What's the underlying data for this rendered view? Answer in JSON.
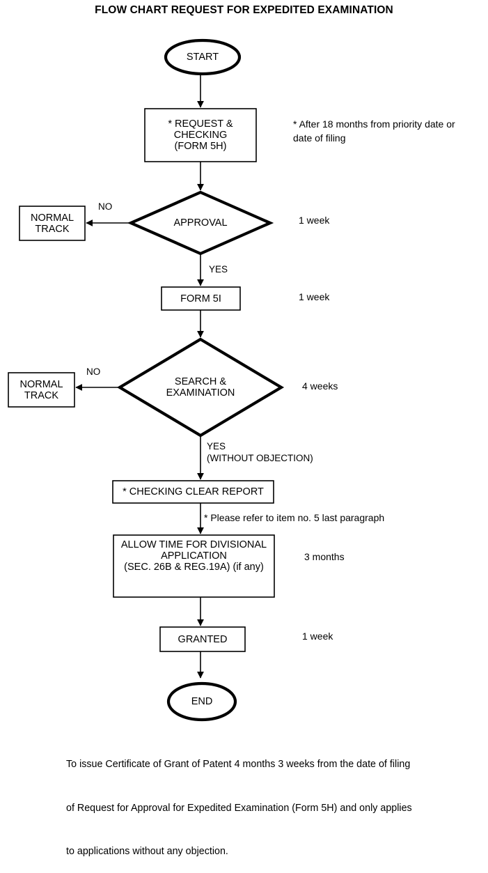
{
  "title": "FLOW CHART REQUEST FOR EXPEDITED EXAMINATION",
  "chart_data": {
    "type": "diagram",
    "title": "FLOW CHART REQUEST FOR EXPEDITED EXAMINATION",
    "nodes": [
      {
        "id": "start",
        "shape": "ellipse",
        "label": "START"
      },
      {
        "id": "request-checking",
        "shape": "process",
        "label": "* REQUEST &\nCHECKING\n(FORM 5H)"
      },
      {
        "id": "approval",
        "shape": "decision",
        "label": "APPROVAL"
      },
      {
        "id": "normal-track-1",
        "shape": "process",
        "label": "NORMAL\nTRACK"
      },
      {
        "id": "form-5i",
        "shape": "process",
        "label": "FORM 5I"
      },
      {
        "id": "search-examination",
        "shape": "decision",
        "label": "SEARCH &\nEXAMINATION"
      },
      {
        "id": "normal-track-2",
        "shape": "process",
        "label": "NORMAL\nTRACK"
      },
      {
        "id": "checking-clear-report",
        "shape": "process",
        "label": "* CHECKING CLEAR REPORT"
      },
      {
        "id": "allow-time-divisional",
        "shape": "process",
        "label": "ALLOW TIME FOR DIVISIONAL\nAPPLICATION\n(SEC. 26B & REG.19A) (if any)"
      },
      {
        "id": "granted",
        "shape": "process",
        "label": "GRANTED"
      },
      {
        "id": "end",
        "shape": "ellipse",
        "label": "END"
      }
    ],
    "edges": [
      {
        "from": "start",
        "to": "request-checking",
        "label": ""
      },
      {
        "from": "request-checking",
        "to": "approval",
        "label": ""
      },
      {
        "from": "approval",
        "to": "normal-track-1",
        "label": "NO"
      },
      {
        "from": "approval",
        "to": "form-5i",
        "label": "YES"
      },
      {
        "from": "form-5i",
        "to": "search-examination",
        "label": ""
      },
      {
        "from": "search-examination",
        "to": "normal-track-2",
        "label": "NO"
      },
      {
        "from": "search-examination",
        "to": "checking-clear-report",
        "label": "YES\n(WITHOUT OBJECTION)"
      },
      {
        "from": "checking-clear-report",
        "to": "allow-time-divisional",
        "label": ""
      },
      {
        "from": "allow-time-divisional",
        "to": "granted",
        "label": ""
      },
      {
        "from": "granted",
        "to": "end",
        "label": ""
      }
    ],
    "durations": [
      {
        "node": "approval",
        "value": "1 week"
      },
      {
        "node": "form-5i",
        "value": "1 week"
      },
      {
        "node": "search-examination",
        "value": "4 weeks"
      },
      {
        "node": "allow-time-divisional",
        "value": "3 months"
      },
      {
        "node": "granted",
        "value": "1 week"
      }
    ],
    "footnotes": [
      "* After 18 months from priority date or date of filing",
      "* Please refer to item no. 5 last paragraph"
    ],
    "note": "To issue Certificate of Grant of Patent 4 months 3 weeks from the date of filing of Request for Approval for Expedited Examination (Form 5H) and only applies to applications without any objection."
  },
  "nodes": {
    "start": {
      "label": "START"
    },
    "request_checking": {
      "line1": "* REQUEST &",
      "line2": "CHECKING",
      "line3": "(FORM 5H)"
    },
    "approval": {
      "label": "APPROVAL"
    },
    "normal_track_1": {
      "line1": "NORMAL",
      "line2": "TRACK"
    },
    "form_5i": {
      "label": "FORM 5I"
    },
    "search_examination": {
      "line1": "SEARCH &",
      "line2": "EXAMINATION"
    },
    "normal_track_2": {
      "line1": "NORMAL",
      "line2": "TRACK"
    },
    "checking_clear_report": {
      "label": "* CHECKING CLEAR REPORT"
    },
    "allow_time": {
      "line1": "ALLOW TIME FOR DIVISIONAL",
      "line2": "APPLICATION",
      "line3": "(SEC. 26B & REG.19A) (if any)"
    },
    "granted": {
      "label": "GRANTED"
    },
    "end": {
      "label": "END"
    }
  },
  "edge_labels": {
    "approval_no": "NO",
    "approval_yes": "YES",
    "search_no": "NO",
    "search_yes_line1": "YES",
    "search_yes_line2": "(WITHOUT OBJECTION)"
  },
  "annotations": {
    "footnote_1_line1": "* After 18 months from priority date or",
    "footnote_1_line2": "date of filing",
    "footnote_2": "* Please refer to item no. 5 last paragraph",
    "duration_approval": "1 week",
    "duration_form_5i": "1 week",
    "duration_search": "4 weeks",
    "duration_allow_time": "3 months",
    "duration_granted": "1 week"
  },
  "footer": {
    "line1": "To issue Certificate of Grant of Patent 4 months 3 weeks from the date of filing",
    "line2": "of Request for Approval for Expedited Examination (Form 5H) and only applies",
    "line3": "to applications without any objection."
  },
  "colors": {
    "stroke": "#000000",
    "fill": "#ffffff",
    "text": "#000000"
  }
}
